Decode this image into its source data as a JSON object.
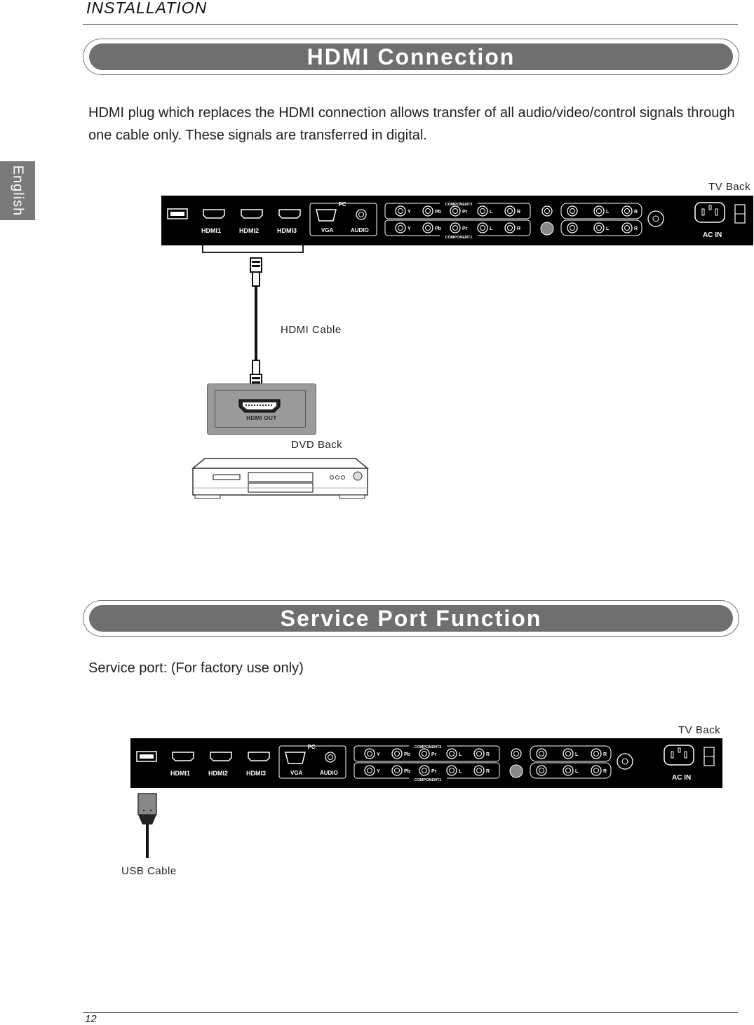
{
  "header": {
    "section": "INSTALLATION",
    "language_tab": "English"
  },
  "hdmi_section": {
    "title": "HDMI Connection",
    "description": "HDMI plug which replaces the HDMI connection allows transfer of all audio/video/control signals through one cable only. These signals are transferred in digital.",
    "tv_back_label": "TV Back",
    "cable_label": "HDMI Cable",
    "dvd_port_label": "HDMI OUT",
    "dvd_back_label": "DVD Back"
  },
  "service_section": {
    "title": "Service Port Function",
    "description": "Service port:  (For factory use only)",
    "tv_back_label": "TV Back",
    "cable_label": "USB  Cable"
  },
  "tv_panel": {
    "hdmi_ports": [
      "HDMI1",
      "HDMI2",
      "HDMI3"
    ],
    "pc_label": "PC",
    "vga_label": "VGA",
    "audio_label": "AUDIO",
    "component2_label": "COMPONENT2",
    "component1_label": "COMPONENT1",
    "component_jacks": [
      "Y",
      "Pb",
      "Pr",
      "L",
      "R"
    ],
    "av_jacks": [
      "L",
      "R"
    ],
    "ac_in_label": "AC IN"
  },
  "footer": {
    "page_number": "12"
  }
}
